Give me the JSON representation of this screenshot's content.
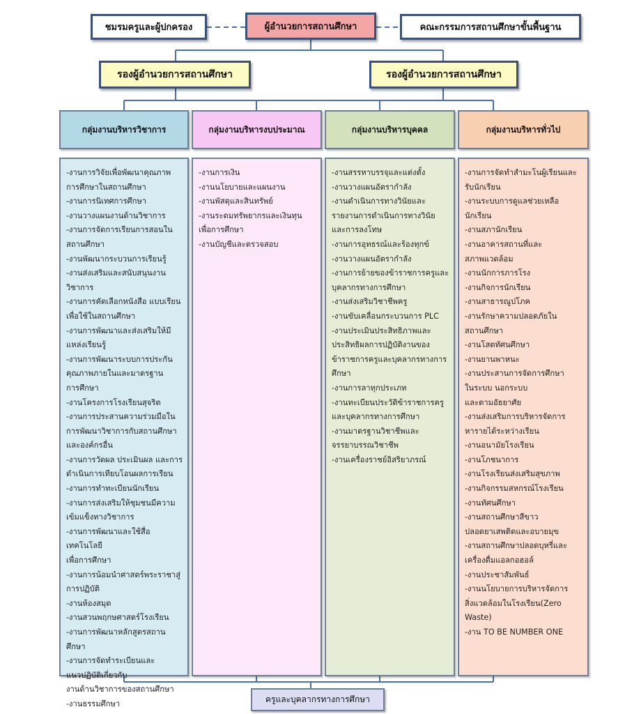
{
  "top": {
    "left_label": "ชมรมครูและผู้ปกครอง",
    "center_label": "ผู้อำนวยการสถานศึกษา",
    "right_label": "คณะกรรมการสถานศึกษาขั้นพื้นฐาน"
  },
  "deputies": [
    {
      "label": "รองผู้อำนวยการสถานศึกษา"
    },
    {
      "label": "รองผู้อำนวยการสถานศึกษา"
    }
  ],
  "groups": [
    {
      "title": "กลุ่มงานบริหารวิชาการ",
      "items": [
        "-งานการวิจัยเพื่อพัฒนาคุณภาพ\nการศึกษาในสถานศึกษา",
        "-งานการนิเทศการศึกษา",
        "-งานวางแผนงานด้านวิชาการ",
        "-งานการจัดการเรียนการสอนใน\nสถานศึกษา",
        "-งานพัฒนากระบวนการเรียนรู้",
        "-งานส่งเสริมและสนับสนุนงาน\nวิชาการ",
        "-งานการคัดเลือกหนังสือ แบบเรียน\nเพื่อใช้ในสถานศึกษา",
        "-งานการพัฒนาและส่งเสริมให้มี\nแหล่งเรียนรู้",
        "-งานการพัฒนาระบบการประกัน\nคุณภาพภายในและมาตรฐาน\nการศึกษา",
        "-งานโครงการโรงเรียนสุจริต",
        "-งานการประสานความร่วมมือใน\nการพัฒนาวิชาการกับสถานศึกษา\nและองค์กรอื่น",
        "-งานการวัดผล ประเมินผล และการ\nดำเนินการเทียบโอนผลการเรียน",
        "-งานการทำทะเบียนนักเรียน",
        "-งานการส่งเสริมให้ชุมชนมีความ\nเข้มแข็งทางวิชาการ",
        "-งานการพัฒนาและใช้สื่อเทคโนโลยี\nเพื่อการศึกษา",
        "-งานการน้อมนำศาสตร์พระราชาสู่\nการปฏิบัติ",
        "-งานห้องสมุด",
        "-งานสวนพฤกษศาสตร์โรงเรียน",
        "-งานการพัฒนาหลักสูตรสถานศึกษา",
        "-งานการจัดทำระเบียนและ\nแนวปฏิบัติเกี่ยวกับ\nงานด้านวิชาการของสถานศึกษา",
        "-งานธรรมศึกษา"
      ]
    },
    {
      "title": "กลุ่มงานบริหารงบประมาณ",
      "items": [
        "-งานการเงิน",
        "-งานนโยบายและแผนงาน",
        "-งานพัสดุและสินทรัพย์",
        "-งานระดมทรัพยากรและเงินทุน\nเพื่อการศึกษา",
        "-งานบัญชีและตรวจสอบ"
      ]
    },
    {
      "title": "กลุ่มงานบริหารบุคคล",
      "items": [
        "-งานสรรหาบรรจุและแต่งตั้ง",
        "-งานวางแผนอัตรากำลัง",
        "-งานดำเนินการทางวินัยและ\nรายงานการดำเนินการทางวินัย\nและการลงโทษ",
        "-งานการอุทธรณ์และร้องทุกข์",
        "-งานวางแผนอัตรากำลัง",
        "-งานการย้ายของข้าราชการครูและ\nบุคลากรทางการศึกษา",
        "-งานส่งเสริมวิชาชีพครู",
        "-งานขับเคลื่อนกระบวนการ PLC",
        "-งานประเมินประสิทธิภาพและ\nประสิทธิผลการปฏิบัติงานของ\nข้าราชการครูและบุคลากรทางการ\nศึกษา",
        "-งานการลาทุกประเภท",
        "-งานทะเบียนประวัติข้าราชการครู\nและบุคลากรทางการศึกษา",
        "-งานมาตรฐานวิชาชีพและ\nจรรยาบรรณวิชาชีพ",
        "-งานเครื่องราชย์อิสริยาภรณ์"
      ]
    },
    {
      "title": "กลุ่มงานบริหารทั่วไป",
      "items": [
        "-งานการจัดทำสำมะโนผู้เรียนและ\nรับนักเรียน",
        "-งานระบบการดูแลช่วยเหลือ\nนักเรียน",
        "-งานสภานักเรียน",
        "-งานอาคารสถานที่และ\nสภาพแวดล้อม",
        "-งานนักการภารโรง",
        "-งานกิจการนักเรียน",
        "-งานสาธารณูปโภค",
        "-งานรักษาความปลอดภัยใน\nสถานศึกษา",
        "-งานโสตทัศนศึกษา",
        "-งานยานพาหนะ",
        "-งานประสานการจัดการศึกษา\nในระบบ นอกระบบ\nและตามอัธยาศัย",
        "-งานส่งเสริมการบริหารจัดการ\nหารายได้ระหว่างเรียน",
        "-งานอนามัยโรงเรียน",
        "-งานโภชนาการ",
        "-งานโรงเรียนส่งเสริมสุขภาพ",
        "-งานกิจกรรมสหกรณ์โรงเรียน",
        "-งานทัศนศึกษา",
        "-งานสถานศึกษาสีขาว\nปลอดยาเสพติดและอบายมุข",
        "-งานสถานศึกษาปลอดบุหรี่และ\nเครื่องดื่มแอลกอฮอล์",
        "-งานประชาสัมพันธ์",
        "-งานนโยบายการบริหารจัดการ\nสิ่งแวดล้อมในโรงเรียน(Zero Waste)",
        "-งาน TO BE NUMBER ONE"
      ]
    }
  ],
  "bottom": {
    "label": "ครูและบุคลากรทางการศึกษา"
  },
  "colors": {
    "border": "#3b5173",
    "top_center": "#f4a6a6",
    "deputy": "#fdfbc4",
    "academic": "#b3d8e6",
    "budget": "#f8c8f4",
    "personnel": "#d3e2bd",
    "general": "#f9cfb2",
    "staff": "#dcdcf2"
  }
}
